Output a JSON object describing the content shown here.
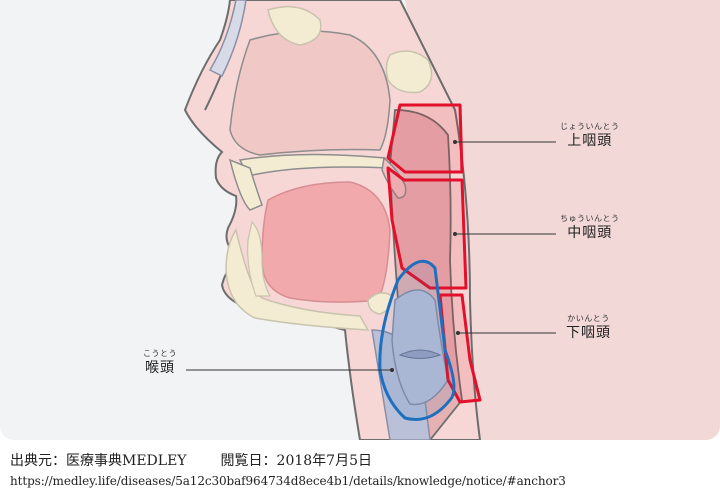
{
  "diagram": {
    "labels": {
      "epipharynx": {
        "ruby": "じょういんとう",
        "name": "上咽頭"
      },
      "mesopharynx": {
        "ruby": "ちゅういんとう",
        "name": "中咽頭"
      },
      "hypopharynx": {
        "ruby": "かいんとう",
        "name": "下咽頭"
      },
      "larynx": {
        "ruby": "こうとう",
        "name": "喉頭"
      }
    },
    "colors": {
      "background": "#f2f3f4",
      "skin": "#f6d7d5",
      "back_panel": "#f3d8d8",
      "bone": "#f3ecd3",
      "bone_outline": "#c9c3ad",
      "outline": "#6d6d6d",
      "highlight_red": "#e2102a",
      "highlight_blue": "#1f6fbf",
      "larynx_fill": "#b9c0d8"
    }
  },
  "footer": {
    "source_label": "出典元：医療事典MEDLEY",
    "date_label": "閲覧日：2018年7月5日",
    "url": "https://medley.life/diseases/5a12c30baf964734d8ece4b1/details/knowledge/notice/#anchor3"
  }
}
